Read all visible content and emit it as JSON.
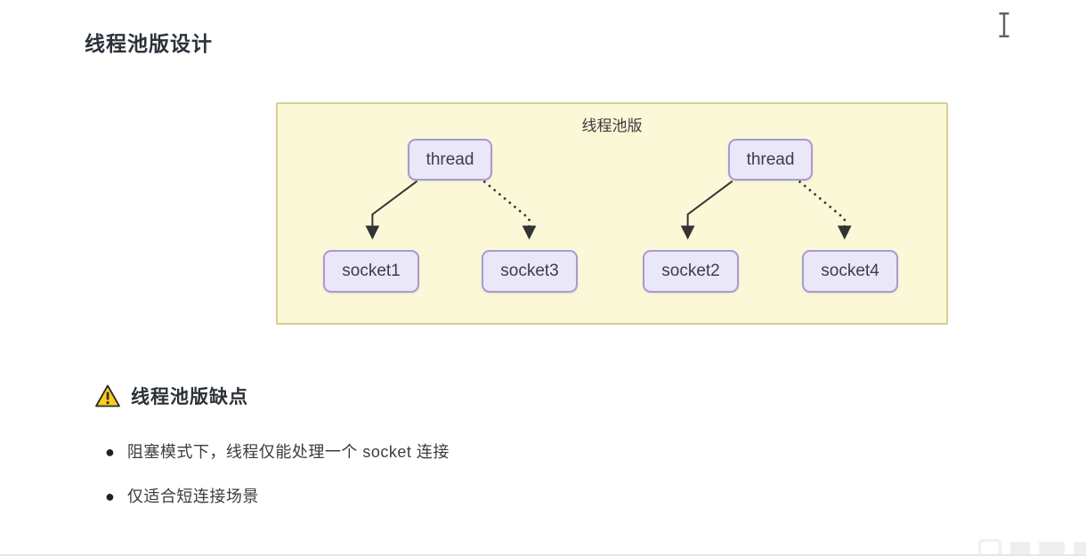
{
  "page": {
    "title": "线程池版设计"
  },
  "diagram": {
    "label": "线程池版",
    "colors": {
      "container_bg": "#fbf8d8",
      "container_border": "#d5cf90",
      "node_bg": "#eae7f9",
      "node_border": "#a79ad2",
      "arrow": "#333333"
    },
    "nodes": [
      {
        "id": "thread-1",
        "label": "thread"
      },
      {
        "id": "thread-2",
        "label": "thread"
      },
      {
        "id": "socket-1",
        "label": "socket1"
      },
      {
        "id": "socket-3",
        "label": "socket3"
      },
      {
        "id": "socket-2",
        "label": "socket2"
      },
      {
        "id": "socket-4",
        "label": "socket4"
      }
    ],
    "edges": [
      {
        "from": "thread-1",
        "to": "socket-1",
        "style": "solid"
      },
      {
        "from": "thread-1",
        "to": "socket-3",
        "style": "dashed"
      },
      {
        "from": "thread-2",
        "to": "socket-2",
        "style": "solid"
      },
      {
        "from": "thread-2",
        "to": "socket-4",
        "style": "dashed"
      }
    ]
  },
  "warning": {
    "icon": "warning-triangle-icon",
    "title": "线程池版缺点",
    "bullets": [
      "阻塞模式下，线程仅能处理一个 socket 连接",
      "仅适合短连接场景"
    ]
  },
  "icons": {
    "cursor": "i-beam-text-cursor-icon",
    "watermark": "tv-logo-watermark"
  }
}
